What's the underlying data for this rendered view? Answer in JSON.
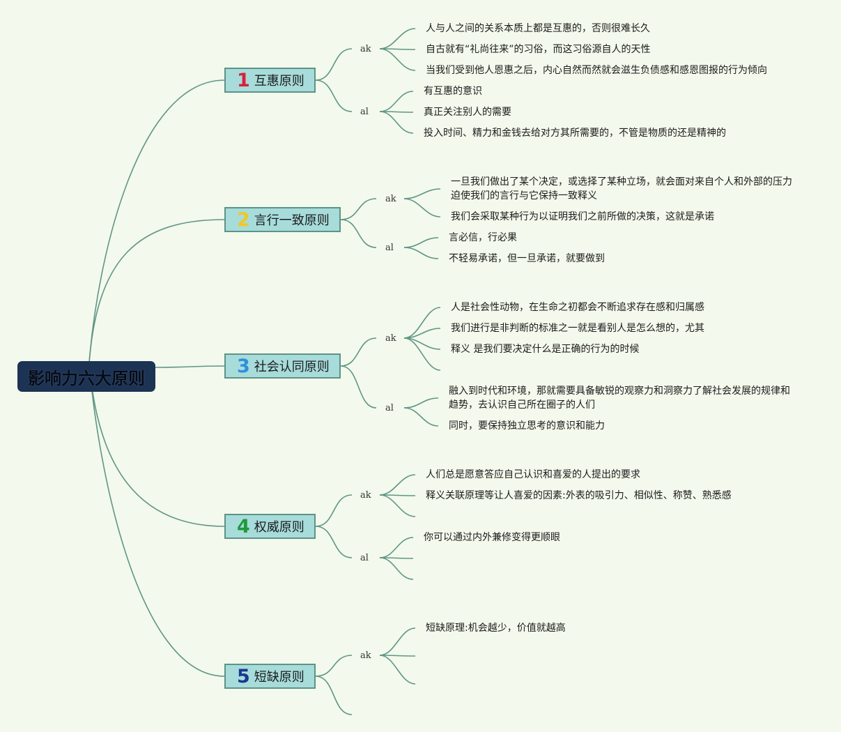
{
  "root": {
    "label": "影响力六大原则"
  },
  "branches": [
    {
      "num": "1",
      "color": "#d8213b",
      "label": "互惠原则",
      "groups": [
        {
          "tag": "ak",
          "items": [
            "人与人之间的关系本质上都是互惠的，否则很难长久",
            "自古就有“礼尚往来”的习俗，而这习俗源自人的天性",
            "当我们受到他人恩惠之后，内心自然而然就会滋生负债感和感恩图报的行为倾向"
          ]
        },
        {
          "tag": "al",
          "items": [
            "有互惠的意识",
            "真正关注别人的需要",
            "投入时间、精力和金钱去给对方其所需要的，不管是物质的还是精神的"
          ]
        }
      ]
    },
    {
      "num": "2",
      "color": "#f2c724",
      "label": "言行一致原则",
      "groups": [
        {
          "tag": "ak",
          "items": [
            "一旦我们做出了某个决定，或选择了某种立场，就会面对来自个人和外部的压力迫使我们的言行与它保持一致释义",
            "我们会采取某种行为以证明我们之前所做的决策，这就是承诺"
          ]
        },
        {
          "tag": "al",
          "items": [
            "言必信，行必果",
            "不轻易承诺，但一旦承诺，就要做到"
          ]
        }
      ]
    },
    {
      "num": "3",
      "color": "#2f8fdc",
      "label": "社会认同原则",
      "groups": [
        {
          "tag": "ak",
          "items": [
            "人是社会性动物，在生命之初都会不断追求存在感和归属感",
            "我们进行是非判断的标准之一就是看别人是怎么想的，尤其",
            "释义 是我们要决定什么是正确的行为的时候",
            ""
          ]
        },
        {
          "tag": "al",
          "items": [
            "融入到时代和环境，那就需要具备敏锐的观察力和洞察力了解社会发展的规律和趋势，去认识自己所在圈子的人们",
            "同时，要保持独立思考的意识和能力"
          ]
        }
      ]
    },
    {
      "num": "4",
      "color": "#1f9a3a",
      "label": "权威原则",
      "groups": [
        {
          "tag": "ak",
          "items": [
            "人们总是愿意答应自己认识和喜爱的人提出的要求",
            "释义关联原理等让人喜爱的因素:外表的吸引力、相似性、称赞、熟悉感",
            ""
          ]
        },
        {
          "tag": "al",
          "items": [
            "你可以通过内外兼修变得更顺眼",
            "",
            ""
          ]
        }
      ]
    },
    {
      "num": "5",
      "color": "#1c3591",
      "label": "短缺原则",
      "groups": [
        {
          "tag": "ak",
          "items": [
            "短缺原理:机会越少，价值就越高",
            "",
            ""
          ]
        }
      ]
    }
  ]
}
